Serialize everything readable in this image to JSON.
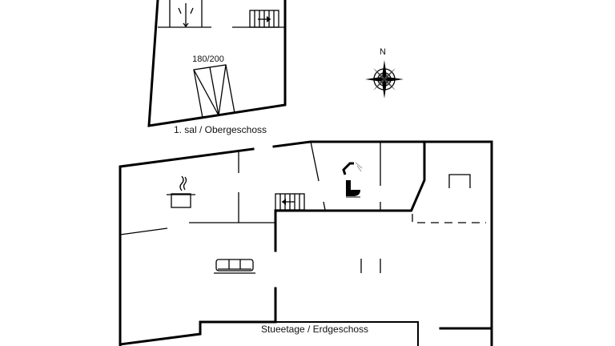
{
  "upper_floor": {
    "label": "1. sal / Obergeschoss",
    "bed_size": "180/200"
  },
  "ground_floor": {
    "label": "Stueetage / Erdgeschoss"
  },
  "compass": {
    "north_label": "N"
  }
}
